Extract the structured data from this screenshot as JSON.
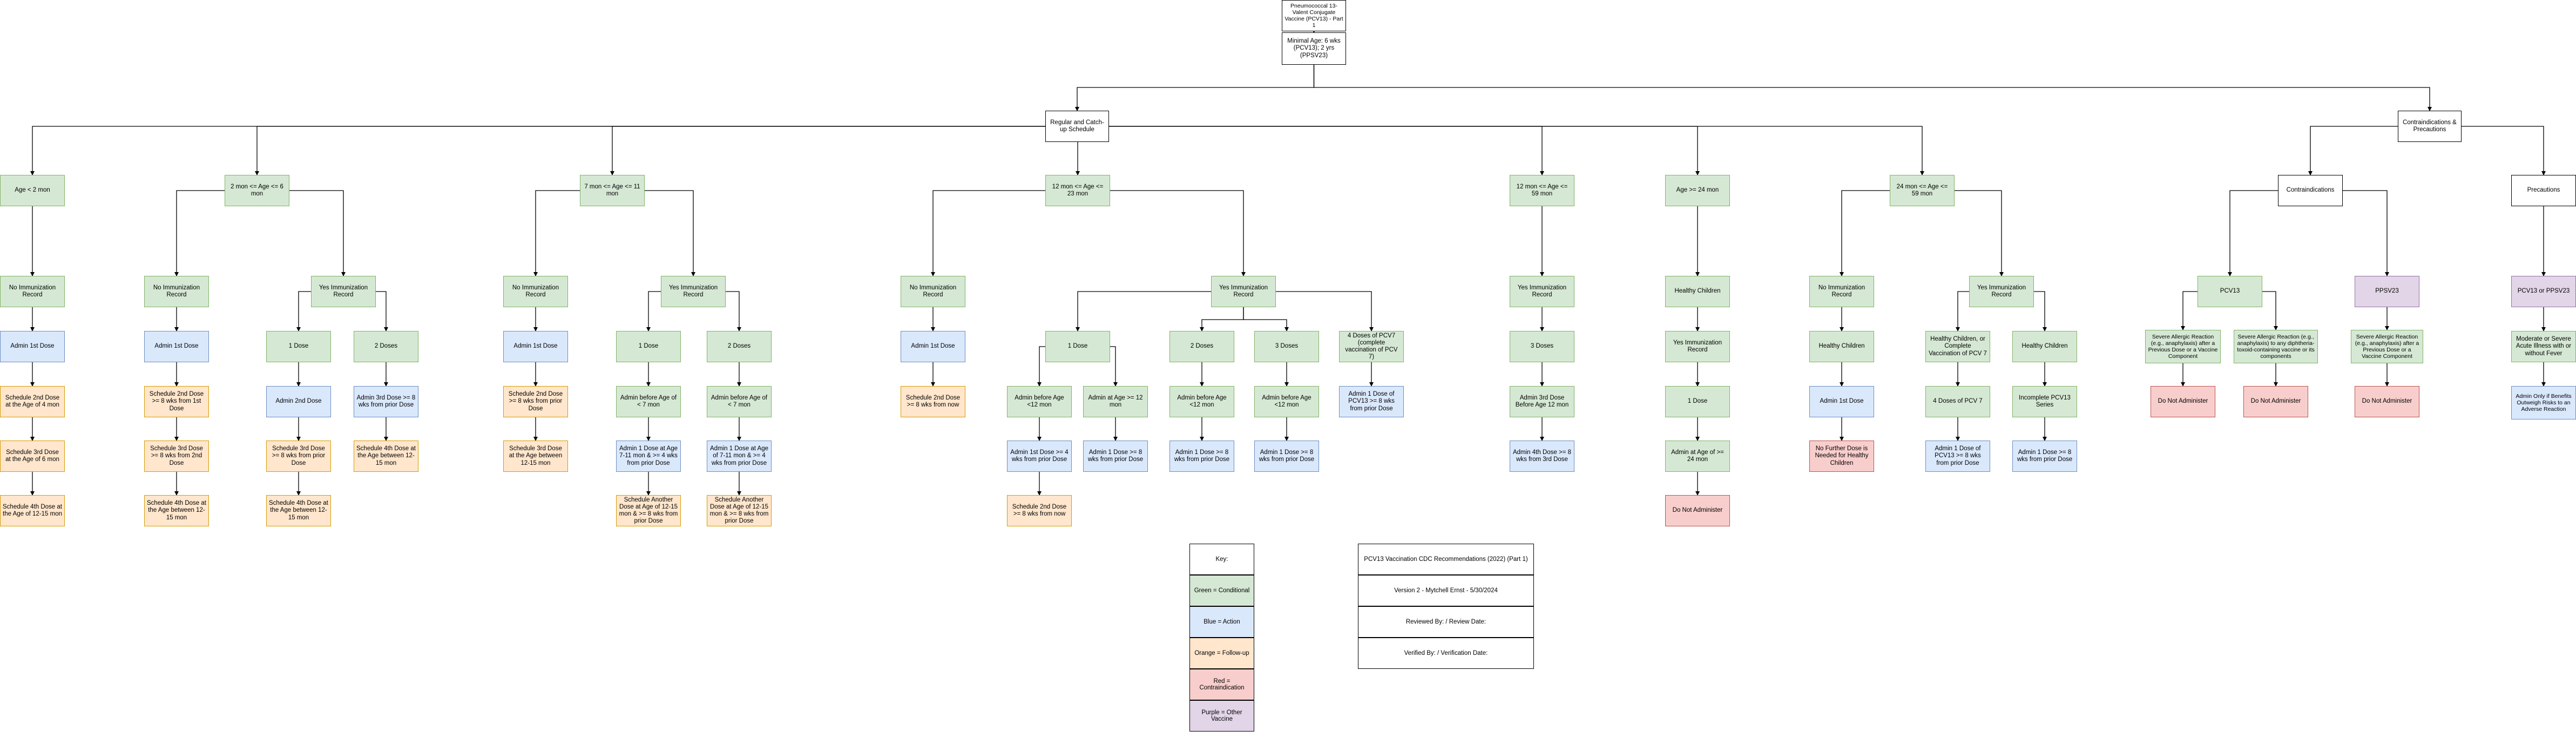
{
  "nodes": {
    "title": "Pneumococcal 13-Valent Conjugate Vaccine (PCV13) - Part 1",
    "minage": "Minimal Age: 6 wks (PCV13); 2 yrs (PPSV23)",
    "regular": "Regular and Catch-up Schedule",
    "contra_prec": "Contraindications & Precautions",
    "b1": "Age < 2 mon",
    "b1_1": "No Immunization Record",
    "b1_2": "Admin 1st Dose",
    "b1_3": "Schedule 2nd Dose at the Age of 4 mon",
    "b1_4": "Schedule 3rd Dose at the Age of 6 mon",
    "b1_5": "Schedule 4th Dose at the Age of 12-15 mon",
    "b2": "2 mon <= Age <= 6 mon",
    "b2a": "No Immunization Record",
    "b2a_1": "Admin 1st Dose",
    "b2a_2": "Schedule 2nd Dose >= 8 wks from 1st Dose",
    "b2a_3": "Schedule 3rd Dose >= 8 wks from 2nd Dose",
    "b2a_4": "Schedule 4th Dose at the Age between 12-15 mon",
    "b2b": "Yes Immunization Record",
    "b2b_1": "1 Dose",
    "b2b_1a": "Admin 2nd Dose",
    "b2b_1b": "Schedule 3rd Dose >= 8 wks from prior Dose",
    "b2b_1c": "Schedule 4th Dose at the Age between 12-15 mon",
    "b2b_2": "2 Doses",
    "b2b_2a": "Admin 3rd Dose >= 8 wks from prior Dose",
    "b2b_2b": "Schedule 4th Dose at the Age between 12-15 mon",
    "b3": "7 mon <= Age <= 11 mon",
    "b3a": "No Immunization Record",
    "b3a_1": "Admin 1st Dose",
    "b3a_2": "Schedule 2nd Dose >= 8 wks from prior Dose",
    "b3a_3": "Schedule 3rd Dose at the Age between 12-15 mon",
    "b3b": "Yes Immunization Record",
    "b3b_1": "1 Dose",
    "b3b_1a": "Admin before Age of < 7 mon",
    "b3b_1b": "Admin 1 Dose at Age 7-11 mon & >= 4 wks from prior Dose",
    "b3b_1c": "Schedule Another Dose at Age of 12-15 mon & >= 8 wks from prior Dose",
    "b3b_2": "2 Doses",
    "b3b_2a": "Admin before Age of < 7 mon",
    "b3b_2b": "Admin 1 Dose at Age of 7-11 mon & >= 4 wks from prior Dose",
    "b3b_2c": "Schedule Another Dose at Age of 12-15 mon & >= 8 wks from prior Dose",
    "b4": "12 mon <= Age <= 23 mon",
    "b4a": "No Immunization Record",
    "b4a_1": "Admin 1st Dose",
    "b4a_2": "Schedule 2nd Dose >= 8 wks from now",
    "b4b": "Yes Immunization Record",
    "b4b_1": "1 Dose",
    "b4b_1a": "Admin before Age <12 mon",
    "b4b_1a1": "Admin 1st Dose >= 4 wks from prior Dose",
    "b4b_1a2": "Schedule 2nd Dose >= 8 wks from now",
    "b4b_1b": "Admin at Age >= 12 mon",
    "b4b_1b1": "Admin 1 Dose >= 8 wks from prior Dose",
    "b4b_2": "2 Doses",
    "b4b_2a": "Admin before Age <12 mon",
    "b4b_2b": "Admin 1 Dose >= 8 wks from prior Dose",
    "b4b_3": "3 Doses",
    "b4b_3a": "Admin before Age <12 mon",
    "b4b_3b": "Admin 1 Dose >= 8 wks from prior Dose",
    "b4b_4": "4 Doses of PCV7 (complete vaccination of PCV 7)",
    "b4b_4a": "Admin 1 Dose of PCV13 >= 8 wks from prior Dose",
    "b5": "12 mon <= Age <= 59 mon",
    "b5_1": "Yes Immunization Record",
    "b5_2": "3 Doses",
    "b5_3": "Admin 3rd Dose Before Age 12 mon",
    "b5_4": "Admin 4th Dose >= 8 wks from 3rd Dose",
    "b6": "Age >= 24 mon",
    "b6_1": "Healthy Children",
    "b6_2": "Yes Immunization Record",
    "b6_3": "1 Dose",
    "b6_4": "Admin at Age of >= 24 mon",
    "b6_5": "Do Not Administer",
    "b7": "24 mon <= Age <= 59 mon",
    "b7a": "No Immunization Record",
    "b7a_1": "Healthy Children",
    "b7a_2": "Admin 1st Dose",
    "b7a_3": "No Further Dose is Needed for Healthy Children",
    "b7b": "Yes Immunization Record",
    "b7b_1": "Healthy Children, or Complete Vaccination of PCV 7",
    "b7b_1a": "4 Doses of PCV 7",
    "b7b_1b": "Admin 1 Dose of PCV13 >= 8 wks from prior Dose",
    "b7b_2": "Healthy Children",
    "b7b_2a": "Incomplete PCV13 Series",
    "b7b_2b": "Admin 1 Dose >= 8 wks from prior Dose",
    "contra": "Contraindications",
    "pcv13": "PCV13",
    "pcv13_a": "Severe Allergic Reaction (e.g., anaphylaxis) after a Previous Dose or a Vaccine Component",
    "pcv13_a1": "Do Not Administer",
    "pcv13_b": "Severe Allergic Reaction (e.g., anaphylaxis) to any diphtheria-toxoid-containing vaccine or its components",
    "pcv13_b1": "Do Not Administer",
    "ppsv23": "PPSV23",
    "ppsv23_a": "Severe Allergic Reaction (e.g., anaphylaxis) after a Previous Dose or a Vaccine Component",
    "ppsv23_a1": "Do Not Administer",
    "prec": "Precautions",
    "prec_1": "PCV13 or PPSV23",
    "prec_2": "Moderate or Severe Acute Illness with or without Fever",
    "prec_3": "Admin Only if Benefits Outweigh Risks to an Adverse Reaction"
  },
  "key": {
    "title": "Key:",
    "green": "Green = Conditional",
    "blue": "Blue = Action",
    "orange": "Orange = Follow-up",
    "red": "Red = Contraindication",
    "purple": "Purple = Other Vaccine"
  },
  "info": {
    "line1": "PCV13 Vaccination CDC Recommendations (2022) (Part 1)",
    "line2": "Version 2 - Mytchell Ernst - 5/30/2024",
    "line3": "Reviewed By: / Review Date:",
    "line4": "Verified By: / Verification Date:"
  },
  "colors": {
    "green": "#d5e8d4",
    "blue": "#dae8fc",
    "orange": "#ffe6cc",
    "red": "#f8cecc",
    "purple": "#e1d5e7",
    "line": "#000000"
  }
}
